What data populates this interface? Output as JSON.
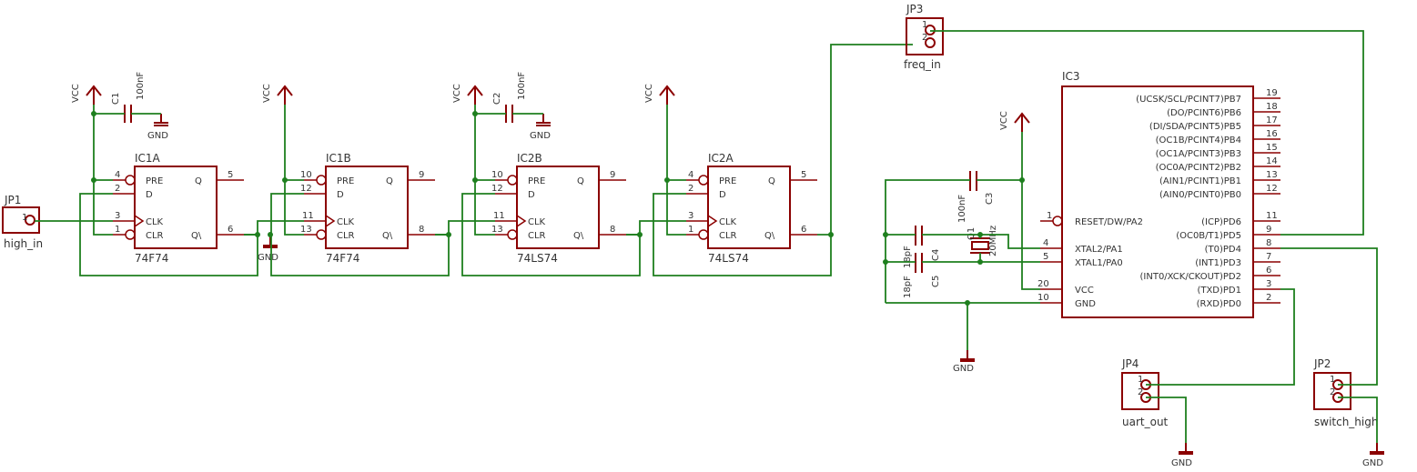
{
  "labels": {
    "jp1": "JP1",
    "high_in": "high_in",
    "jp3": "JP3",
    "freq_in": "freq_in",
    "jp4": "JP4",
    "uart_out": "uart_out",
    "jp2": "JP2",
    "switch_high": "switch_high",
    "ic1a": "IC1A",
    "ic1b": "IC1B",
    "ic2b": "IC2B",
    "ic2a": "IC2A",
    "ic3": "IC3",
    "v74f74": "74F74",
    "v74ls74": "74LS74",
    "c1": "C1",
    "c2": "C2",
    "c3": "C3",
    "c4": "C4",
    "c5": "C5",
    "q1": "Q1",
    "n100nf": "100nF",
    "n18pf": "18pF",
    "n20mhz": "20MHz",
    "vcc": "VCC",
    "gnd": "GND",
    "pre": "PRE",
    "d": "D",
    "clk": "CLK",
    "clr": "CLR",
    "q": "Q",
    "qn": "Q\\",
    "p1": "1",
    "p2": "2",
    "p3": "3",
    "p4": "4",
    "p5": "5",
    "p6": "6",
    "p7": "7",
    "p8": "8",
    "p9": "9",
    "p10": "10",
    "p11": "11",
    "p12": "12",
    "p13": "13",
    "p14": "14",
    "p15": "15",
    "p16": "16",
    "p17": "17",
    "p18": "18",
    "p19": "19",
    "p20": "20",
    "ic3_reset": "RESET/DW/PA2",
    "ic3_xtal2": "XTAL2/PA1",
    "ic3_xtal1": "XTAL1/PA0",
    "ic3_vcc": "VCC",
    "ic3_gnd": "GND",
    "pb7": "(UCSK/SCL/PCINT7)PB7",
    "pb6": "(DO/PCINT6)PB6",
    "pb5": "(DI/SDA/PCINT5)PB5",
    "pb4": "(OC1B/PCINT4)PB4",
    "pb3": "(OC1A/PCINT3)PB3",
    "pb2": "(OC0A/PCINT2)PB2",
    "pb1": "(AIN1/PCINT1)PB1",
    "pb0": "(AIN0/PCINT0)PB0",
    "pd6": "(ICP)PD6",
    "pd5": "(OC0B/T1)PD5",
    "pd4": "(T0)PD4",
    "pd3": "(INT1)PD3",
    "pd2": "(INT0/XCK/CKOUT)PD2",
    "pd1": "(TXD)PD1",
    "pd0": "(RXD)PD0"
  }
}
